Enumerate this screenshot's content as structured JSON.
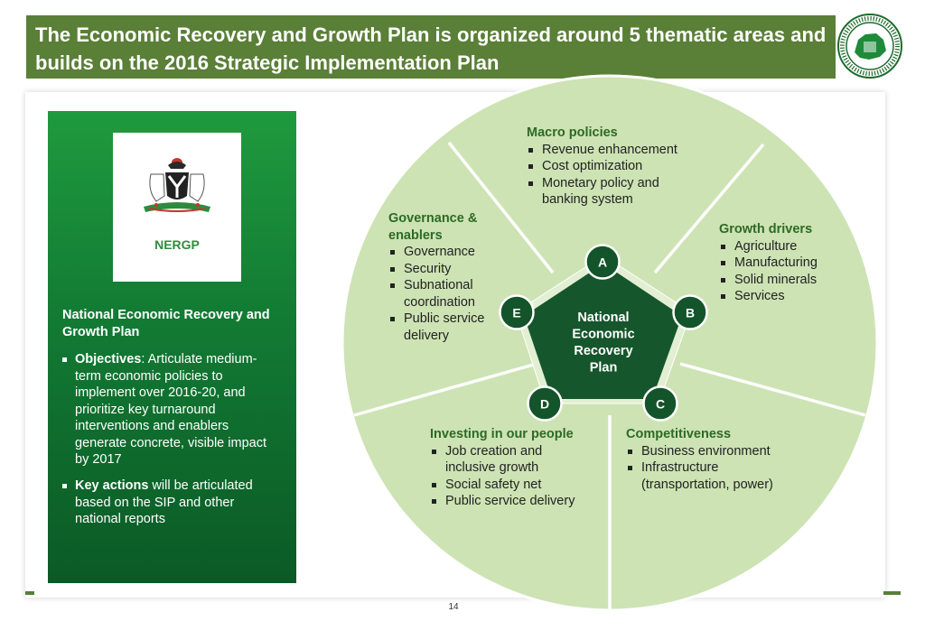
{
  "header": {
    "title": "The Economic Recovery and Growth Plan is organized around 5 thematic areas and builds on the 2016 Strategic Implementation Plan"
  },
  "logo": {
    "icon": "nipc-seal-icon"
  },
  "left_panel": {
    "crest_icon": "nigeria-coat-of-arms-icon",
    "crest_label": "NERGP",
    "title": "National Economic Recovery and Growth Plan",
    "bullets": [
      {
        "bold": "Objectives",
        "text": ": Articulate medium-term economic policies to implement over 2016-20, and prioritize key turnaround interventions and enablers generate concrete, visible impact by 2017"
      },
      {
        "bold": "Key actions",
        "text": " will be articulated based on the SIP and other national reports"
      }
    ]
  },
  "diagram": {
    "center_label": "National Economic Recovery Plan",
    "colors": {
      "outer": "#cde3b4",
      "inner": "#e2efd2",
      "center": "#16562c",
      "dark": "#13542a"
    },
    "segments": [
      {
        "letter": "A",
        "title": "Macro policies",
        "items": [
          "Revenue enhancement",
          "Cost optimization",
          "Monetary policy and banking system"
        ]
      },
      {
        "letter": "B",
        "title": "Growth drivers",
        "items": [
          "Agriculture",
          "Manufacturing",
          "Solid minerals",
          "Services"
        ]
      },
      {
        "letter": "C",
        "title": "Competitiveness",
        "items": [
          "Business environment",
          "Infrastructure (transportation, power)"
        ]
      },
      {
        "letter": "D",
        "title": "Investing in our people",
        "items": [
          "Job creation and inclusive growth",
          "Social safety net",
          "Public service delivery"
        ]
      },
      {
        "letter": "E",
        "title": "Governance & enablers",
        "items": [
          "Governance",
          "Security",
          "Subnational coordination",
          "Public service delivery"
        ]
      }
    ]
  },
  "footer": {
    "page_number": "14"
  }
}
